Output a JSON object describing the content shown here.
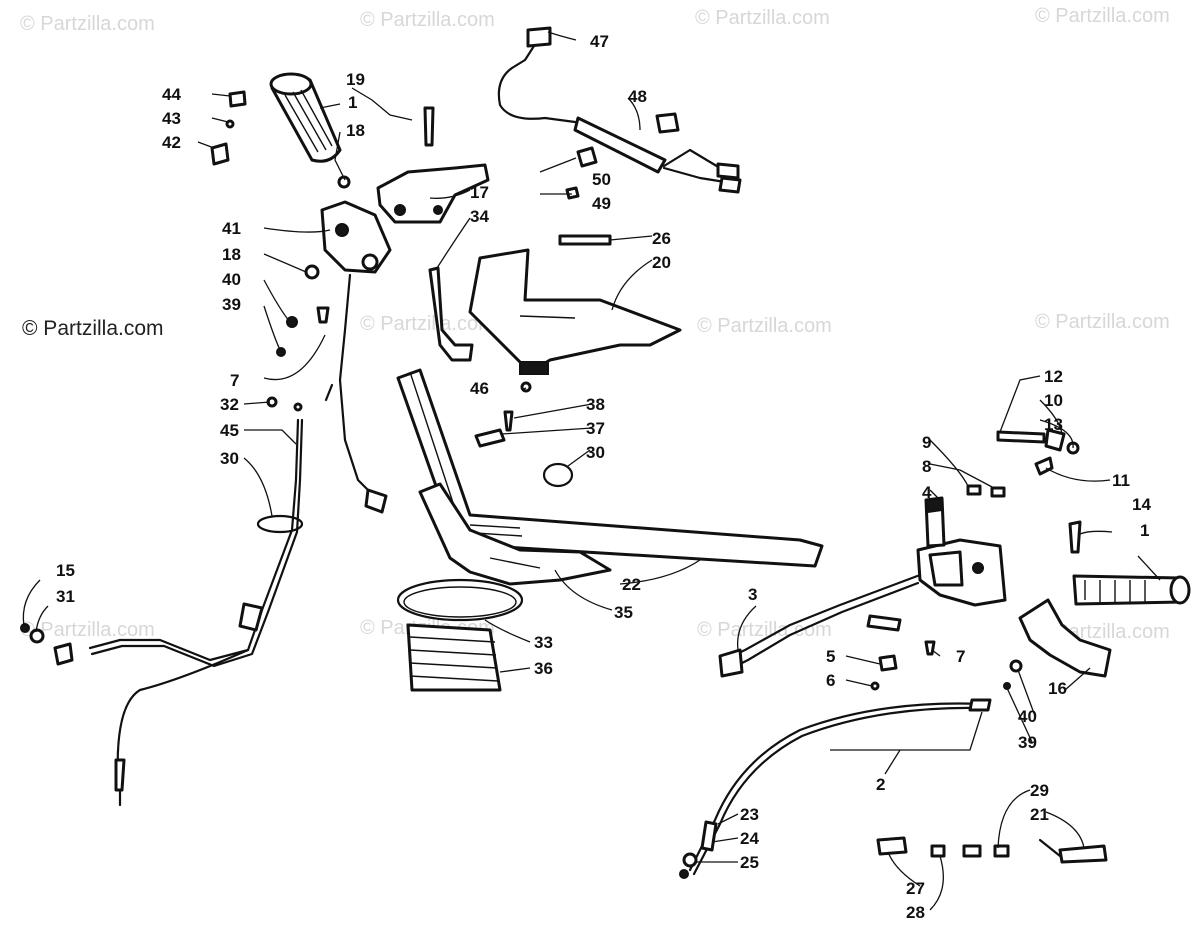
{
  "watermarks": [
    "© Partzilla.com"
  ],
  "credit": "© Partzilla.com",
  "callouts": {
    "c1a": "1",
    "c1b": "1",
    "c2": "2",
    "c3": "3",
    "c4": "4",
    "c5": "5",
    "c6": "6",
    "c7a": "7",
    "c7b": "7",
    "c8": "8",
    "c9": "9",
    "c10": "10",
    "c11": "11",
    "c12": "12",
    "c13": "13",
    "c14": "14",
    "c15": "15",
    "c16": "16",
    "c17": "17",
    "c18a": "18",
    "c18b": "18",
    "c19": "19",
    "c20": "20",
    "c21": "21",
    "c22": "22",
    "c23": "23",
    "c24": "24",
    "c25": "25",
    "c26": "26",
    "c27": "27",
    "c28": "28",
    "c29": "29",
    "c30a": "30",
    "c30b": "30",
    "c31": "31",
    "c32": "32",
    "c33": "33",
    "c34": "34",
    "c35": "35",
    "c36": "36",
    "c37": "37",
    "c38": "38",
    "c39a": "39",
    "c39b": "39",
    "c40a": "40",
    "c40b": "40",
    "c41": "41",
    "c42": "42",
    "c43": "43",
    "c44": "44",
    "c45": "45",
    "c46": "46",
    "c47": "47",
    "c48": "48",
    "c49": "49",
    "c50": "50"
  }
}
